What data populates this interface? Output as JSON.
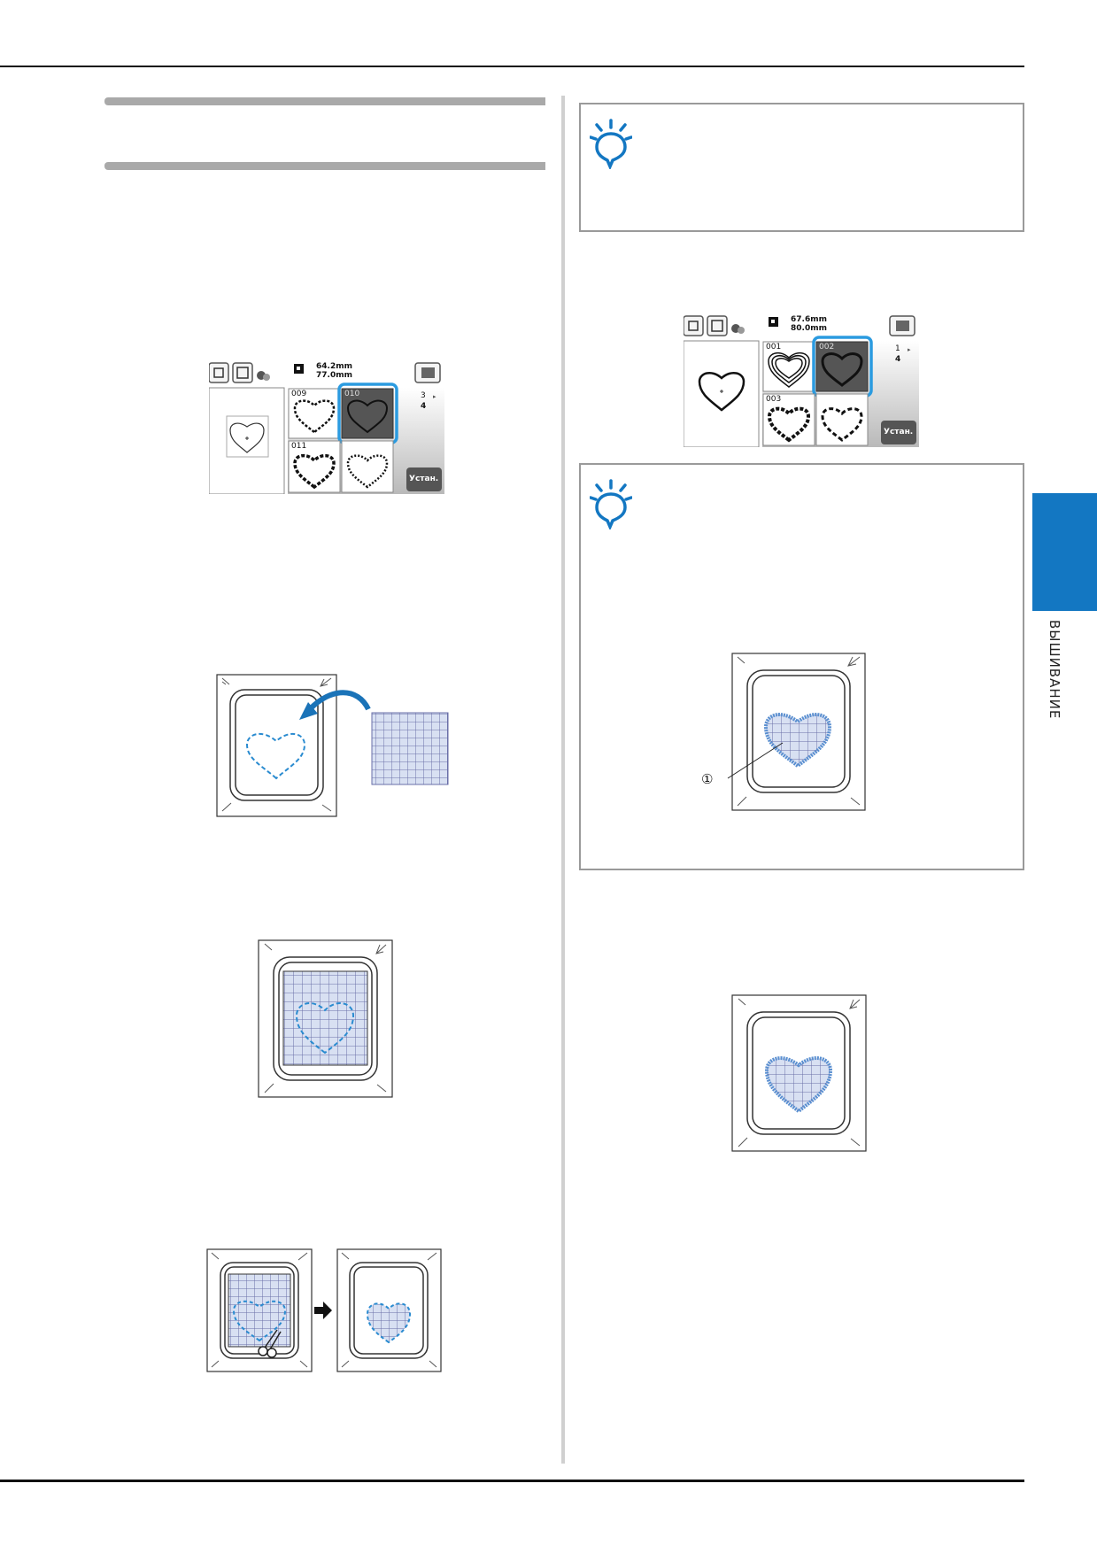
{
  "side_tab": {
    "label": "ВЫШИВАНИЕ"
  },
  "screen_left": {
    "size_w": "64.2mm",
    "size_h": "77.0mm",
    "page": "3",
    "pages": "4",
    "pattern_a": "009",
    "pattern_b": "010",
    "pattern_c": "011",
    "set_button": "Устан."
  },
  "screen_right": {
    "size_w": "67.6mm",
    "size_h": "80.0mm",
    "page": "1",
    "pages": "4",
    "pattern_a": "001",
    "pattern_b": "002",
    "pattern_c": "003",
    "set_button": "Устан."
  },
  "callout": {
    "number": "①"
  },
  "colors": {
    "accent": "#1377c2",
    "highlight": "#2b9be0",
    "stitch": "#5a8fd0",
    "fabric": "#d8e0f2"
  }
}
